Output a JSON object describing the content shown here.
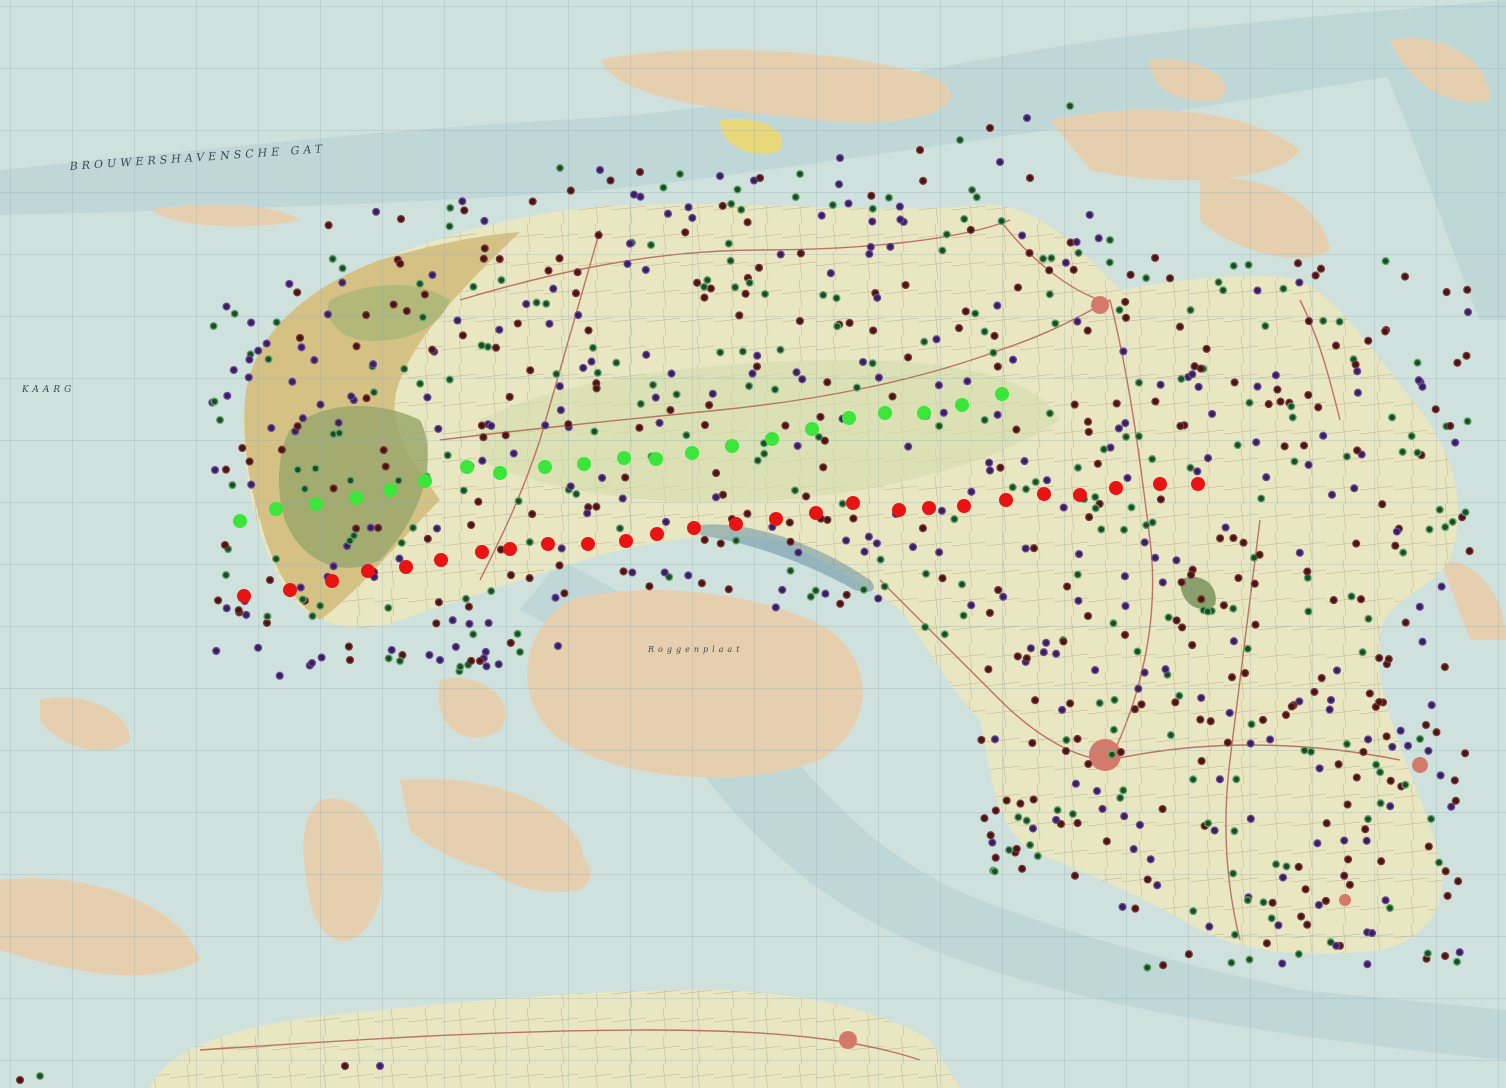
{
  "map": {
    "labels": {
      "brouwershavensche_gat": "BROUWERSHAVENSCHE GAT",
      "kaarte": "KAARG",
      "roggenplaat": "Roggenplaat"
    },
    "colors": {
      "sea": "#cfe1dd",
      "sea_deep": "#b9d3d3",
      "sandbank": "#e6cfae",
      "land": "#e9e6c2",
      "dunes": "#d6c184",
      "dune_forest": "#9aa86a",
      "town": "#d47a6a",
      "grid": "#8fa8b0",
      "road": "#b0584a",
      "green_marker": "#39e639",
      "red_marker": "#e81414",
      "survey_point_dark_green": "#1f4a2a",
      "survey_point_purple": "#3a1f5a",
      "survey_point_maroon": "#4a1414"
    }
  }
}
